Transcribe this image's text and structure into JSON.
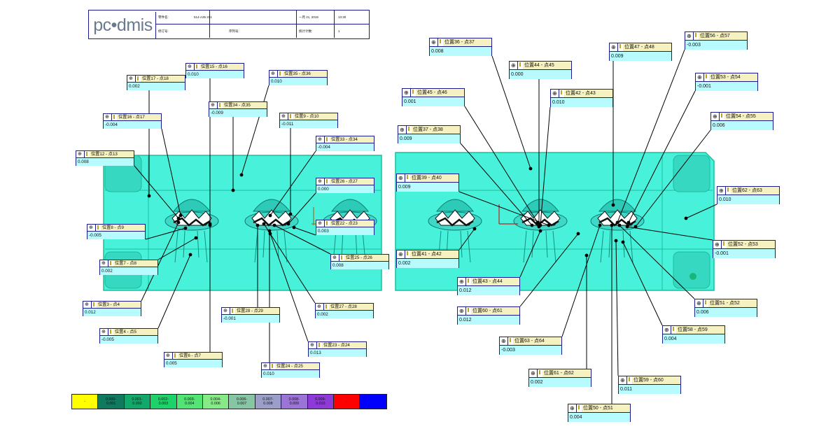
{
  "header": {
    "logo": "pc•dmis",
    "row1": {
      "field1": "零件名:",
      "value1": "514-A35 201",
      "date": "一月 21, 2019",
      "time": "13:30"
    },
    "row2": {
      "field1": "修订号:",
      "field2": "序列号:",
      "field3": "统计计数:",
      "count": "1"
    }
  },
  "labels": [
    {
      "name": "位置17 - 点18",
      "value": "0.002"
    },
    {
      "name": "位置15 - 点16",
      "value": "0.010"
    },
    {
      "name": "位置35 - 点36",
      "value": "0.010"
    },
    {
      "name": "位置34 - 点35",
      "value": "-0.009"
    },
    {
      "name": "位置16 - 点17",
      "value": "-0.004"
    },
    {
      "name": "位置9 - 点10",
      "value": "-0.011"
    },
    {
      "name": "位置33 - 点34",
      "value": "-0.004"
    },
    {
      "name": "位置12 - 点13",
      "value": "0.008"
    },
    {
      "name": "位置26 - 点27",
      "value": "0.000"
    },
    {
      "name": "位置22 - 点23",
      "value": "0.003"
    },
    {
      "name": "位置8 - 点9",
      "value": "-0.005"
    },
    {
      "name": "位置25 - 点26",
      "value": "0.008"
    },
    {
      "name": "位置7 - 点8",
      "value": "0.002"
    },
    {
      "name": "位置3 - 点4",
      "value": "0.012"
    },
    {
      "name": "位置28 - 点29",
      "value": "-0.001"
    },
    {
      "name": "位置27 - 点28",
      "value": "0.002"
    },
    {
      "name": "位置4 - 点5",
      "value": "-0.005"
    },
    {
      "name": "位置23 - 点24",
      "value": "0.013"
    },
    {
      "name": "位置6 - 点7",
      "value": "0.005"
    },
    {
      "name": "位置24 - 点25",
      "value": "0.010"
    },
    {
      "name": "位置36 - 点37",
      "value": "0.008"
    },
    {
      "name": "位置44 - 点45",
      "value": "0.000"
    },
    {
      "name": "位置47 - 点48",
      "value": "0.009"
    },
    {
      "name": "位置56 - 点57",
      "value": "-0.003"
    },
    {
      "name": "位置45 - 点46",
      "value": "0.001"
    },
    {
      "name": "位置42 - 点43",
      "value": "0.010"
    },
    {
      "name": "位置53 - 点54",
      "value": "-0.001"
    },
    {
      "name": "位置37 - 点38",
      "value": "0.009"
    },
    {
      "name": "位置54 - 点55",
      "value": "0.006"
    },
    {
      "name": "位置39 - 点40",
      "value": "0.009"
    },
    {
      "name": "位置62 - 点63",
      "value": "0.010"
    },
    {
      "name": "位置41 - 点42",
      "value": "0.002"
    },
    {
      "name": "位置52 - 点53",
      "value": "-0.001"
    },
    {
      "name": "位置43 - 点44",
      "value": "0.012"
    },
    {
      "name": "位置51 - 点52",
      "value": "0.006"
    },
    {
      "name": "位置60 - 点61",
      "value": "0.012"
    },
    {
      "name": "位置58 - 点59",
      "value": "0.004"
    },
    {
      "name": "位置63 - 点64",
      "value": "-0.003"
    },
    {
      "name": "位置61 - 点62",
      "value": "0.002"
    },
    {
      "name": "位置59 - 点60",
      "value": "0.011"
    },
    {
      "name": "位置50 - 点51",
      "value": "0.004"
    }
  ],
  "legend": [
    {
      "top": "-",
      "bottom": "",
      "color": "#ffff00"
    },
    {
      "top": "0.000-",
      "bottom": "0.001",
      "color": "#0f7a5e"
    },
    {
      "top": "0.001-",
      "bottom": "0.002",
      "color": "#12a86a"
    },
    {
      "top": "0.002-",
      "bottom": "0.003",
      "color": "#1ed26a"
    },
    {
      "top": "0.003-",
      "bottom": "0.004",
      "color": "#52e574"
    },
    {
      "top": "0.004-",
      "bottom": "0.006",
      "color": "#86ea86"
    },
    {
      "top": "0.006-",
      "bottom": "0.007",
      "color": "#86c6a4"
    },
    {
      "top": "0.007-",
      "bottom": "0.008",
      "color": "#9a9ec8"
    },
    {
      "top": "0.008-",
      "bottom": "0.009",
      "color": "#9a74d6"
    },
    {
      "top": "0.009-",
      "bottom": "0.010",
      "color": "#8e3ad8"
    },
    {
      "top": "-",
      "bottom": "",
      "color": "#ff0000"
    },
    {
      "top": "",
      "bottom": "",
      "color": "#0000ff"
    }
  ],
  "colors": {
    "model": "#48f2da",
    "modelEdge": "#1bbd9c",
    "frame": "#1b1b8e",
    "labelValueBg": "#b8fbff"
  }
}
